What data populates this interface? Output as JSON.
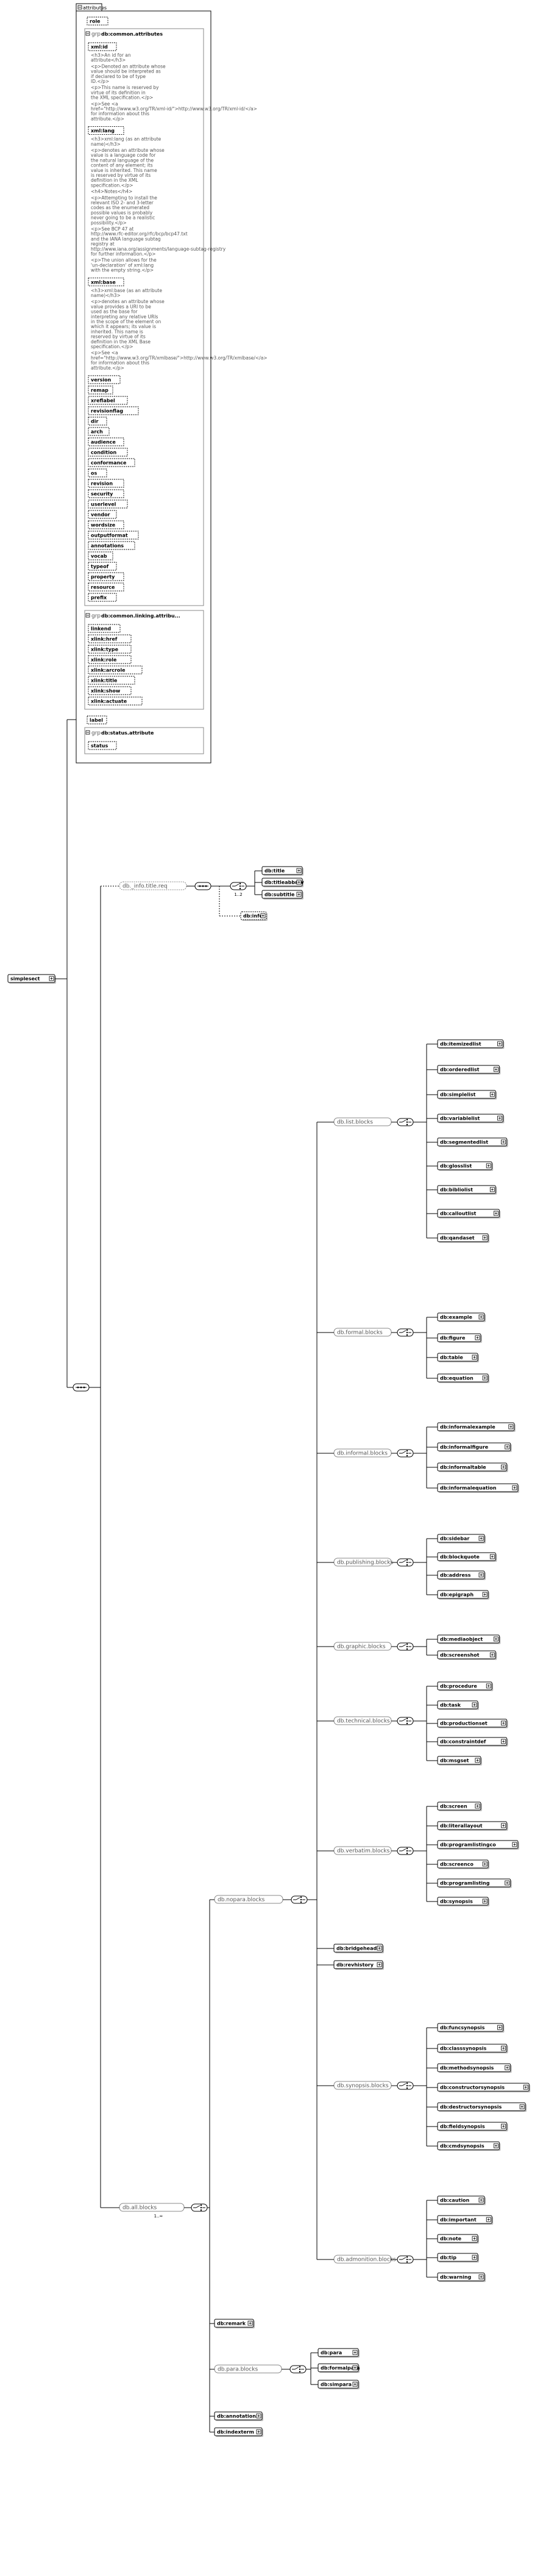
{
  "root": {
    "name": "simplesect"
  },
  "attributes_box": {
    "title": "attributes",
    "first": "role",
    "groups": [
      {
        "key": "common",
        "prefix": "grp",
        "name": "db:common.attributes",
        "items": [
          {
            "name": "xml:id",
            "doc": [
              "<h3>An id for an attribute</h3>",
              "<p>Denoted an attribute whose value should be interpreted as if declared to be of type ID.</p>",
              "<p>This name is reserved by virtue of its definition in the XML specification.</p>",
              "<p>See <a href=\"http://www.w3.org/TR/xml-id/\">http://www.w3.org/TR/xml-id/</a> for information about this attribute.</p>"
            ]
          },
          {
            "name": "xml:lang",
            "doc": [
              "<h3>xml:lang (as an attribute name)</h3>",
              "<p>denotes an attribute whose value is a language code for the natural language of the content of any element; its value is inherited. This name is reserved by virtue of its definition in the XML specification.</p>",
              "<h4>Notes</h4>",
              "<p>Attempting to install the relevant ISO 2- and 3-letter codes as the enumerated possible values is probably never going to be a realistic possibility.</p>",
              "<p>See BCP 47 at http://www.rfc-editor.org/rfc/bcp/bcp47.txt and the IANA language subtag registry at http://www.iana.org/assignments/language-subtag-registry for further information.</p>",
              "<p>The union allows for the 'un-declaration' of xml:lang with the empty string.</p>"
            ]
          },
          {
            "name": "xml:base",
            "doc": [
              "<h3>xml:base (as an attribute name)</h3>",
              "<p>denotes an attribute whose value provides a URI to be used as the base for interpreting any relative URIs in the scope of the element on which it appears; its value is inherited. This name is reserved by virtue of its definition in the XML Base specification.</p>",
              "<p>See <a href=\"http://www.w3.org/TR/xmlbase/\">http://www.w3.org/TR/xmlbase/</a> for information about this attribute.</p>"
            ]
          },
          {
            "name": "version"
          },
          {
            "name": "remap"
          },
          {
            "name": "xreflabel"
          },
          {
            "name": "revisionflag"
          },
          {
            "name": "dir"
          },
          {
            "name": "arch"
          },
          {
            "name": "audience"
          },
          {
            "name": "condition"
          },
          {
            "name": "conformance"
          },
          {
            "name": "os"
          },
          {
            "name": "revision"
          },
          {
            "name": "security"
          },
          {
            "name": "userlevel"
          },
          {
            "name": "vendor"
          },
          {
            "name": "wordsize"
          },
          {
            "name": "outputformat"
          },
          {
            "name": "annotations"
          },
          {
            "name": "vocab"
          },
          {
            "name": "typeof"
          },
          {
            "name": "property"
          },
          {
            "name": "resource"
          },
          {
            "name": "prefix"
          }
        ]
      },
      {
        "key": "linking",
        "prefix": "grp",
        "name": "db:common.linking.attribu...",
        "items": [
          {
            "name": "linkend"
          },
          {
            "name": "xlink:href"
          },
          {
            "name": "xlink:type"
          },
          {
            "name": "xlink:role"
          },
          {
            "name": "xlink:arcrole"
          },
          {
            "name": "xlink:title"
          },
          {
            "name": "xlink:show"
          },
          {
            "name": "xlink:actuate"
          }
        ]
      },
      {
        "key": "status",
        "prefix": "grp",
        "name": "db:status.attribute",
        "items": [
          {
            "name": "status"
          }
        ]
      }
    ],
    "after_linking": "label"
  },
  "info_group": {
    "name": "db._info.title.req",
    "choice_occ": "1..2",
    "items": [
      "db:title",
      "db:titleabbrev",
      "db:subtitle"
    ],
    "info": "db:info"
  },
  "seq_group": {
    "name": "db.all.blocks",
    "occ": "1..∞"
  },
  "nopara": {
    "name": "db.nopara.blocks"
  },
  "subgroups": [
    {
      "name": "db.list.blocks",
      "items": [
        "db:itemizedlist",
        "db:orderedlist",
        "db:simplelist",
        "db:variablelist",
        "db:segmentedlist",
        "db:glosslist",
        "db:bibliolist",
        "db:calloutlist",
        "db:qandaset"
      ]
    },
    {
      "name": "db.formal.blocks",
      "items": [
        "db:example",
        "db:figure",
        "db:table",
        "db:equation"
      ]
    },
    {
      "name": "db.informal.blocks",
      "items": [
        "db:informalexample",
        "db:informalfigure",
        "db:informaltable",
        "db:informalequation"
      ]
    },
    {
      "name": "db.publishing.blocks",
      "items": [
        "db:sidebar",
        "db:blockquote",
        "db:address",
        "db:epigraph"
      ]
    },
    {
      "name": "db.graphic.blocks",
      "items": [
        "db:mediaobject",
        "db:screenshot"
      ]
    },
    {
      "name": "db.technical.blocks",
      "items": [
        "db:procedure",
        "db:task",
        "db:productionset",
        "db:constraintdef",
        "db:msgset"
      ]
    },
    {
      "name": "db.verbatim.blocks",
      "items": [
        "db:screen",
        "db:literallayout",
        "db:programlistingco",
        "db:screenco",
        "db:programlisting",
        "db:synopsis"
      ]
    },
    {
      "name": "db:bridgehead",
      "single": true
    },
    {
      "name": "db:revhistory",
      "single": true
    },
    {
      "name": "db.synopsis.blocks",
      "items": [
        "db:funcsynopsis",
        "db:classsynopsis",
        "db:methodsynopsis",
        "db:constructorsynopsis",
        "db:destructorsynopsis",
        "db:fieldsynopsis",
        "db:cmdsynopsis"
      ]
    },
    {
      "name": "db.admonition.blocks",
      "items": [
        "db:caution",
        "db:important",
        "db:note",
        "db:tip",
        "db:warning"
      ]
    }
  ],
  "remark": "db:remark",
  "para_group": {
    "name": "db.para.blocks",
    "items": [
      "db:para",
      "db:formalpara",
      "db:simpara"
    ]
  },
  "trailing": [
    "db:annotation",
    "db:indexterm"
  ]
}
